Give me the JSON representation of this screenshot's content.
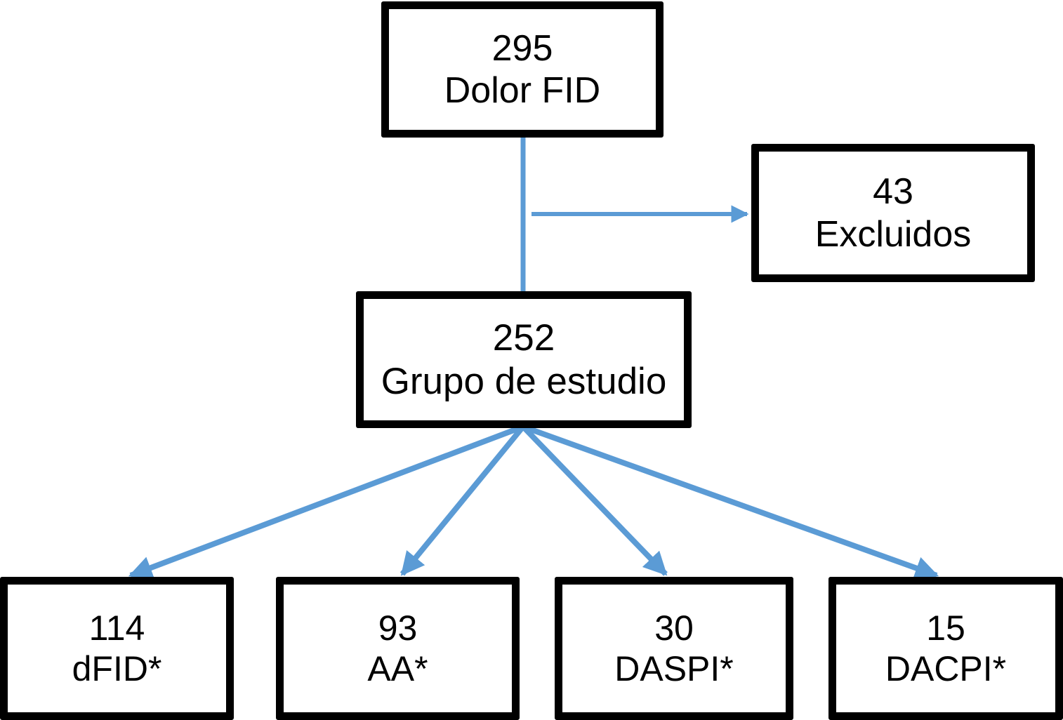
{
  "diagram": {
    "type": "flowchart",
    "title": "",
    "colors": {
      "connector": "#5B9BD5",
      "node_border": "#000000",
      "node_fill": "#FFFFFF",
      "text": "#000000"
    },
    "nodes": [
      {
        "id": "source",
        "count": "295",
        "label": "Dolor FID"
      },
      {
        "id": "excluded",
        "count": "43",
        "label": "Excluidos"
      },
      {
        "id": "study",
        "count": "252",
        "label": "Grupo de estudio"
      },
      {
        "id": "dfid",
        "count": "114",
        "label": "dFID*"
      },
      {
        "id": "aa",
        "count": "93",
        "label": "AA*"
      },
      {
        "id": "daspi",
        "count": "30",
        "label": "DASPI*"
      },
      {
        "id": "dacpi",
        "count": "15",
        "label": "DACPI*"
      }
    ],
    "edges": [
      {
        "from": "source",
        "to": "study",
        "arrow": false
      },
      {
        "from": "source",
        "to": "excluded",
        "arrow": true
      },
      {
        "from": "study",
        "to": "dfid",
        "arrow": true
      },
      {
        "from": "study",
        "to": "aa",
        "arrow": true
      },
      {
        "from": "study",
        "to": "daspi",
        "arrow": true
      },
      {
        "from": "study",
        "to": "dacpi",
        "arrow": true
      }
    ]
  }
}
